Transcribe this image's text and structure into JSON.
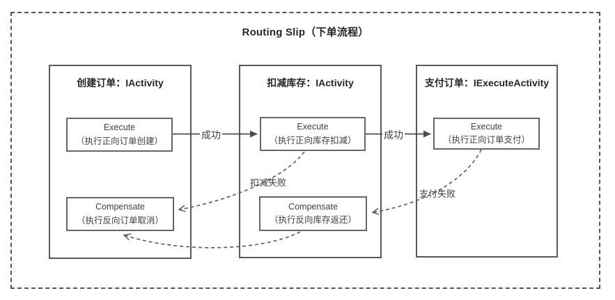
{
  "title": "Routing Slip（下单流程）",
  "lanes": [
    {
      "title": "创建订单：IActivity",
      "execute": {
        "name": "Execute",
        "desc": "（执行正向订单创建）"
      },
      "compensate": {
        "name": "Compensate",
        "desc": "（执行反向订单取消）"
      }
    },
    {
      "title": "扣减库存：IActivity",
      "execute": {
        "name": "Execute",
        "desc": "（执行正向库存扣减）"
      },
      "compensate": {
        "name": "Compensate",
        "desc": "（执行反向库存返还）"
      }
    },
    {
      "title": "支付订单：IExecuteActivity",
      "execute": {
        "name": "Execute",
        "desc": "（执行正向订单支付）"
      }
    }
  ],
  "edges": {
    "success_1": "成功",
    "success_2": "成功",
    "deduct_fail": "扣减失败",
    "pay_fail": "支付失败"
  },
  "colors": {
    "stroke": "#595959",
    "solid_arrow": "#4d4d4d",
    "text": "#333333",
    "background": "#ffffff"
  }
}
